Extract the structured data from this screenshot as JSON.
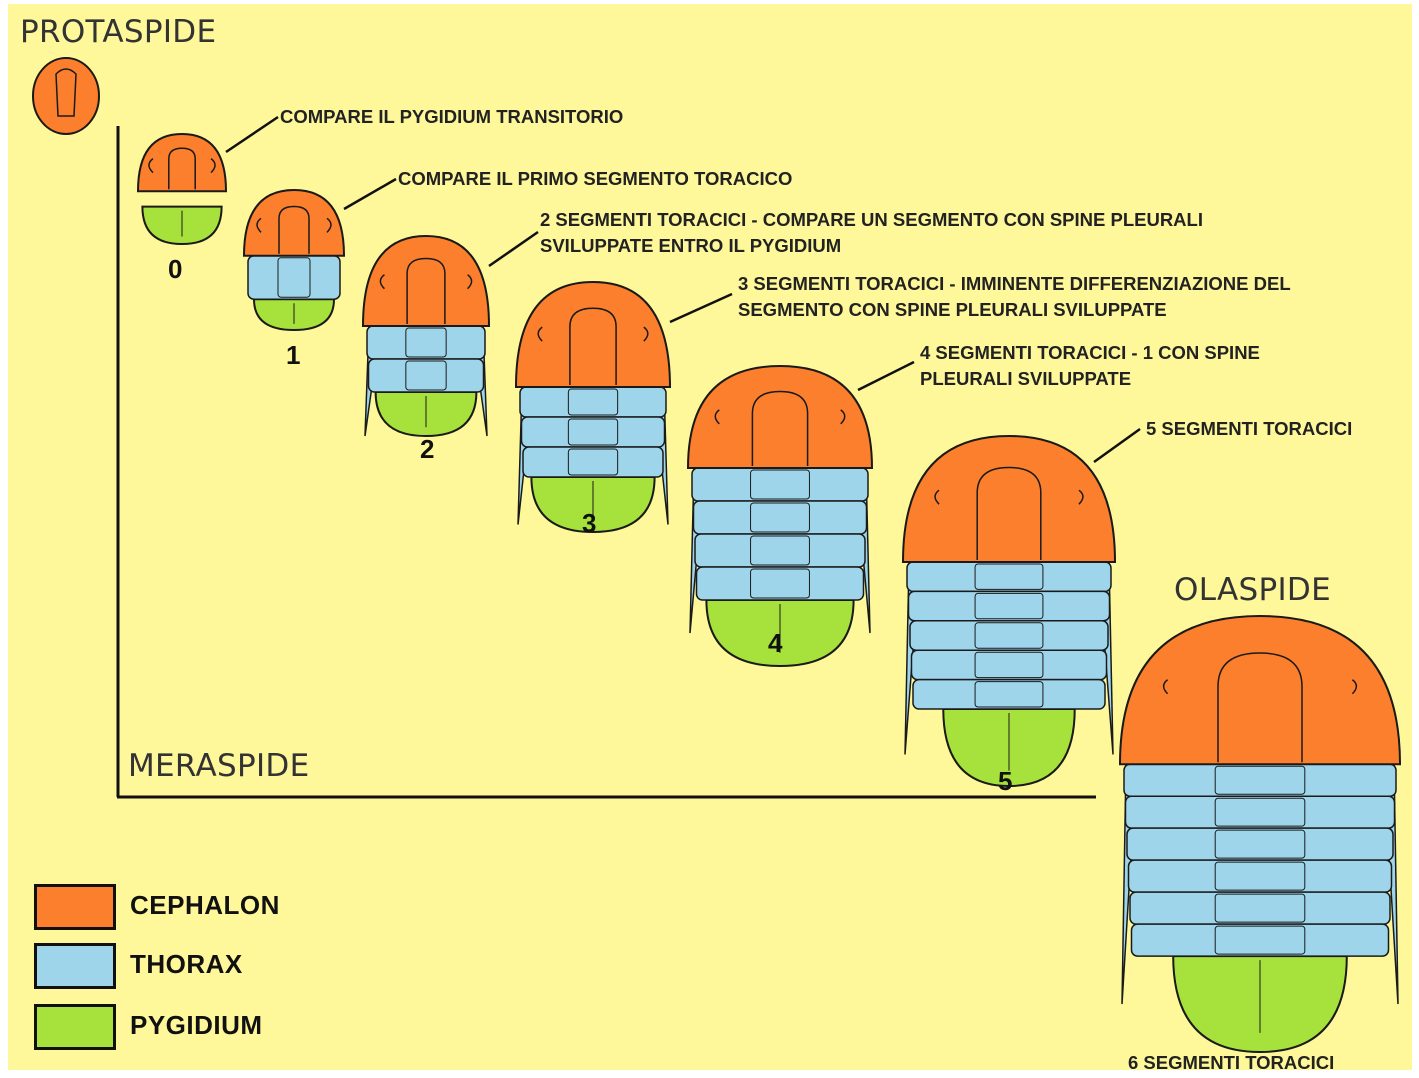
{
  "titles": {
    "protaspide": "PROTASPIDE",
    "meraspide": "MERASPIDE",
    "olaspide": "OLASPIDE"
  },
  "colors": {
    "background": "#fef89a",
    "cephalon": "#fb7f2c",
    "thorax": "#9fd5ea",
    "pygidium": "#a7e23c",
    "outline": "#1a1a1a"
  },
  "stages": [
    {
      "label": "0",
      "thorax_segments": 0,
      "annotation": [
        "COMPARE IL PYGIDIUM TRANSITORIO"
      ]
    },
    {
      "label": "1",
      "thorax_segments": 1,
      "annotation": [
        "COMPARE IL PRIMO SEGMENTO TORACICO"
      ]
    },
    {
      "label": "2",
      "thorax_segments": 2,
      "annotation": [
        "2 SEGMENTI TORACICI - COMPARE UN SEGMENTO  CON SPINE PLEURALI",
        "SVILUPPATE ENTRO IL PYGIDIUM"
      ]
    },
    {
      "label": "3",
      "thorax_segments": 3,
      "annotation": [
        "3 SEGMENTI TORACICI - IMMINENTE DIFFERENZIAZIONE DEL",
        "SEGMENTO CON SPINE PLEURALI SVILUPPATE"
      ]
    },
    {
      "label": "4",
      "thorax_segments": 4,
      "annotation": [
        "4 SEGMENTI TORACICI - 1 CON SPINE",
        "PLEURALI SVILUPPATE"
      ]
    },
    {
      "label": "5",
      "thorax_segments": 5,
      "annotation": [
        "5 SEGMENTI TORACICI"
      ]
    }
  ],
  "holaspid": {
    "thorax_segments": 6,
    "caption": "6 SEGMENTI TORACICI"
  },
  "legend": [
    {
      "label": "CEPHALON",
      "color": "#fb7f2c"
    },
    {
      "label": "THORAX",
      "color": "#9fd5ea"
    },
    {
      "label": "PYGIDIUM",
      "color": "#a7e23c"
    }
  ]
}
